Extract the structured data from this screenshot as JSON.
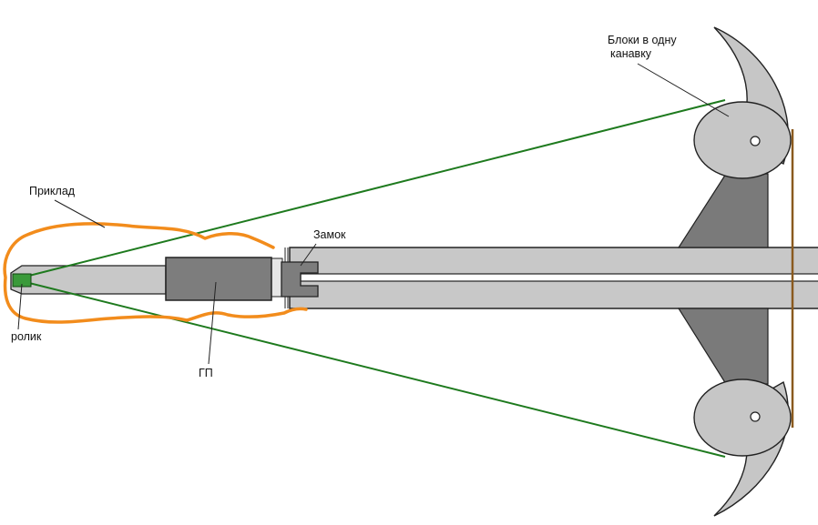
{
  "labels": {
    "pulleys_line1": "Блоки в одну",
    "pulleys_line2": "канавку",
    "stock": "Приклад",
    "lock": "Замок",
    "roller": "ролик",
    "gp": "ГП"
  },
  "colors": {
    "background": "#ffffff",
    "rail": "#c8c8c8",
    "outline": "#222222",
    "dark_block": "#7d7d7d",
    "limb_arm": "#7a7a7a",
    "cam": "#c6c6c6",
    "string_green": "#1e7a1e",
    "string_brown": "#8a5a1e",
    "stock_outline_orange": "#f28c1c"
  }
}
